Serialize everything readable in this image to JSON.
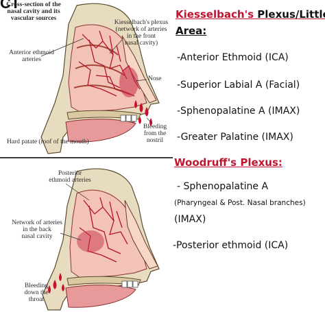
{
  "corner_text": "CT",
  "top_figure": {
    "title": "Cross-section of the\nnasal cavity and its\nvascular sources",
    "kiesselbach_label": "Kiesselbach's plexus\n(network of arteries\nin the front\nnasal cavity)",
    "anterior_ethmoid_label": "Anterior ethmoid\narteries",
    "nose_label": "Nose",
    "bleeding_label": "Bleeding\nfrom the\nnostril",
    "hard_palate_label": "Hard patate (roof of the mouth)"
  },
  "bottom_figure": {
    "posterior_ethmoid_label": "Posterior\nethmoid arteries",
    "network_label": "Network of arteries\nin the back\nnasal cavity",
    "bleeding_label": "Bleeding\ndown the\nthroat"
  },
  "right_panel": {
    "kiesselbach_heading_part1": "Kiesselbach's",
    "kiesselbach_heading_part2": " Plexus/Little's",
    "kiesselbach_heading_line2": "Area:",
    "kiesselbach_items": [
      "-Anterior Ethmoid (ICA)",
      "-Superior Labial A (Facial)",
      "-Sphenopalatine A (IMAX)",
      "-Greater Palatine (IMAX)"
    ],
    "woodruff_heading": "Woodruff's Plexus:",
    "woodruff_items": {
      "sphenopalatine": "- Sphenopalatine A",
      "branches": "(Pharyngeal & Post. Nasal branches)",
      "imax": "(IMAX)",
      "posterior_ethmoid": "-Posterior ethmoid (ICA)"
    }
  },
  "colors": {
    "heading_red": "#c0132f",
    "tissue_pink": "#f2c3b6",
    "vessel_red": "#b3142a",
    "bone_tan": "#d9c8a0",
    "cavity_white": "#faf6ef"
  }
}
